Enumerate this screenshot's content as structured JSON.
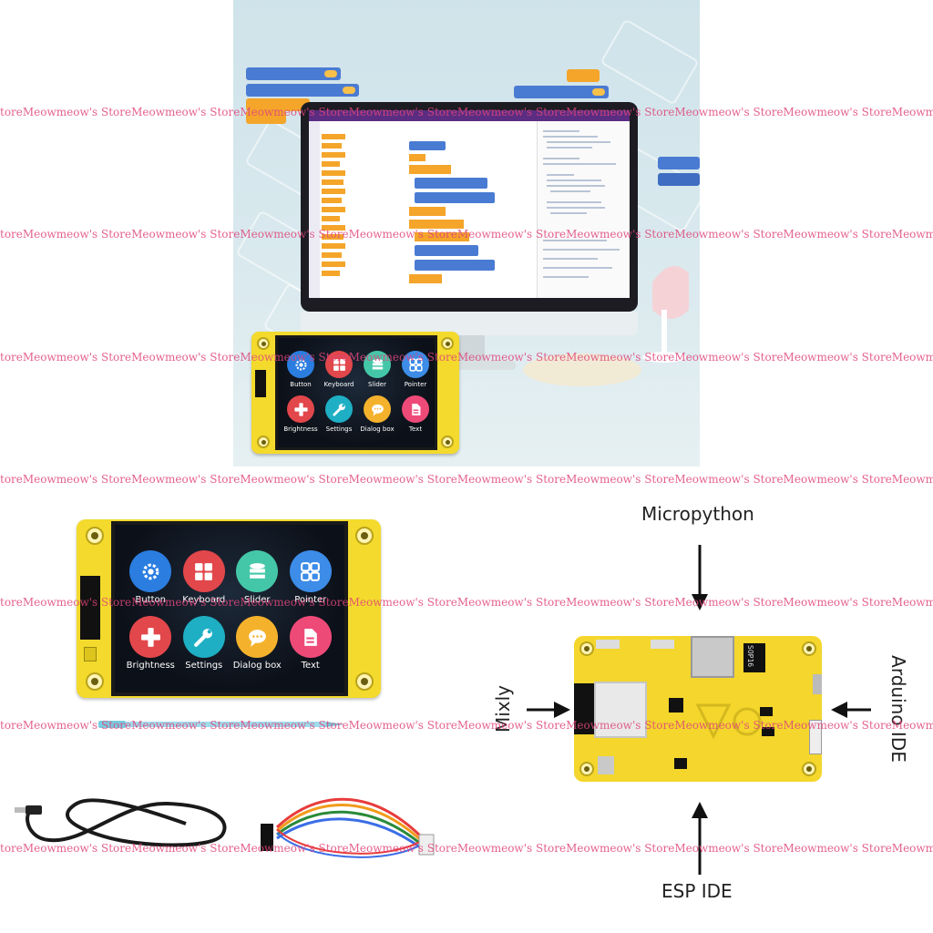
{
  "touch_ui": {
    "apps": [
      {
        "label": "Button",
        "icon": "gear-icon",
        "color": "#2b7de0"
      },
      {
        "label": "Keyboard",
        "icon": "keypad-icon",
        "color": "#e2474b"
      },
      {
        "label": "Slider",
        "icon": "database-icon",
        "color": "#44c7a8"
      },
      {
        "label": "Pointer",
        "icon": "grid-icon",
        "color": "#3c8ce8"
      },
      {
        "label": "Brightness",
        "icon": "dpad-icon",
        "color": "#e2474b"
      },
      {
        "label": "Settings",
        "icon": "wrench-icon",
        "color": "#1eafc4"
      },
      {
        "label": "Dialog box",
        "icon": "chat-icon",
        "color": "#f4b22c"
      },
      {
        "label": "Text",
        "icon": "document-icon",
        "color": "#ee4a78"
      }
    ]
  },
  "programming_options": {
    "top": "Micropython",
    "left": "Mixly",
    "right": "Arduino IDE",
    "bottom": "ESP IDE"
  },
  "pcb": {
    "chip_label": "SOP16"
  },
  "watermark": {
    "text": "toreMeowmeow's StoreMeowmeow's StoreMeowmeow's StoreMeowmeow's StoreMeowmeow's StoreMeowmeow's StoreMeowmeow's StoreMeowmeow's StoreMeowmeow's Store"
  },
  "colors": {
    "board": "#f3da2c",
    "watermark": "#e0457b",
    "ide_header": "#5a2d82"
  }
}
